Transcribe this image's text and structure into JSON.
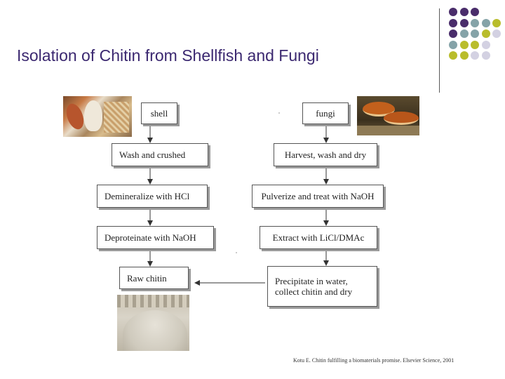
{
  "title": "Isolation of Chitin from Shellfish and Fungi",
  "theme_colors": {
    "purple": "#4a2d6b",
    "teal": "#85a3a8",
    "olive": "#b9bd2c",
    "lavender": "#d3d1e2"
  },
  "dot_grid": [
    [
      "purple",
      "purple",
      "purple",
      "",
      ""
    ],
    [
      "purple",
      "purple",
      "teal",
      "teal",
      "olive"
    ],
    [
      "purple",
      "teal",
      "teal",
      "olive",
      "lavender"
    ],
    [
      "teal",
      "olive",
      "olive",
      "lavender",
      ""
    ],
    [
      "olive",
      "olive",
      "lavender",
      "lavender",
      ""
    ]
  ],
  "left_column": {
    "steps": [
      "shell",
      "Wash and crushed",
      "Demineralize with HCl",
      "Deproteinate with NaOH",
      "Raw chitin"
    ]
  },
  "right_column": {
    "steps": [
      "fungi",
      "Harvest, wash and dry",
      "Pulverize and treat with NaOH",
      "Extract with LiCl/DMAc",
      "Precipitate in water,\ncollect chitin and dry"
    ]
  },
  "images": {
    "shell_photo": "shellfish-shells-photo",
    "fungi_photo": "fungi-mushroom-photo",
    "chitin_photo": "raw-chitin-powder-photo"
  },
  "citation": "Kotu E. Chitin fulfilling a biomaterials promise. Elsevier Science, 2001"
}
